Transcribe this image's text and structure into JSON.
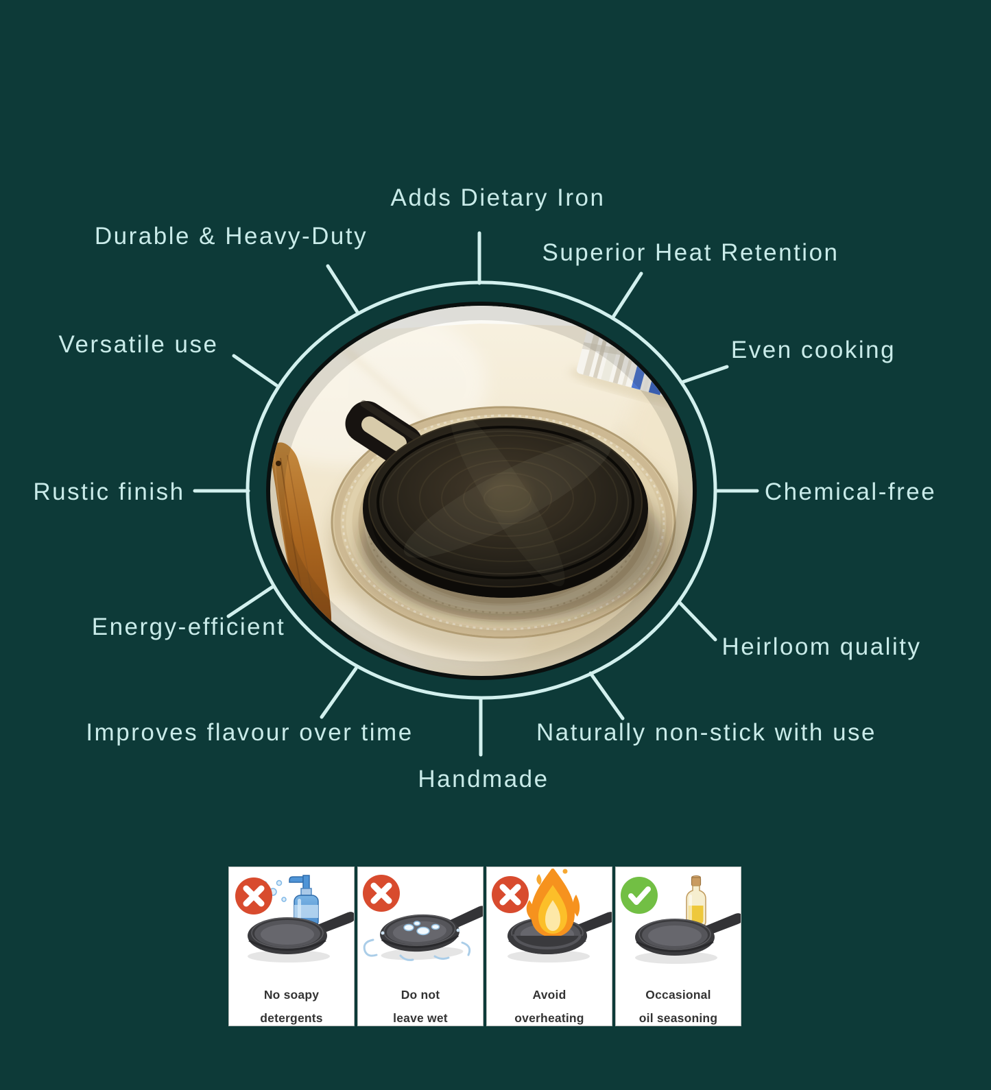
{
  "poster": {
    "background_color": "#0d3a38",
    "accent_color": "#d2f0ee",
    "label_color": "#c9ebe9"
  },
  "diagram": {
    "photo_alt": "Cast iron tawa griddle on a round jute rope mat with wooden spatula and blue striped kitchen towel over a cream satin cloth",
    "features": [
      {
        "id": "adds-dietary-iron",
        "label": "Adds Dietary Iron"
      },
      {
        "id": "durable-heavy-duty",
        "label": "Durable & Heavy-Duty"
      },
      {
        "id": "superior-heat-retention",
        "label": "Superior Heat Retention"
      },
      {
        "id": "versatile-use",
        "label": "Versatile use"
      },
      {
        "id": "even-cooking",
        "label": "Even cooking"
      },
      {
        "id": "rustic-finish",
        "label": "Rustic finish"
      },
      {
        "id": "chemical-free",
        "label": "Chemical-free"
      },
      {
        "id": "energy-efficient",
        "label": "Energy-efficient"
      },
      {
        "id": "heirloom-quality",
        "label": "Heirloom quality"
      },
      {
        "id": "improves-flavour",
        "label": "Improves flavour over time"
      },
      {
        "id": "naturally-non-stick",
        "label": "Naturally non-stick with use"
      },
      {
        "id": "handmade",
        "label": "Handmade"
      }
    ]
  },
  "care_cards": [
    {
      "id": "no-soapy-detergents",
      "badge": "cross",
      "line1": "No soapy",
      "line2": "detergents"
    },
    {
      "id": "do-not-leave-wet",
      "badge": "cross",
      "line1": "Do not",
      "line2": "leave wet"
    },
    {
      "id": "avoid-overheating",
      "badge": "cross",
      "line1": "Avoid",
      "line2": "overheating"
    },
    {
      "id": "occasional-oil-seasoning",
      "badge": "check",
      "line1": "Occasional",
      "line2": "oil seasoning"
    }
  ],
  "colors": {
    "cross_badge": "#d84b2e",
    "check_badge": "#72bf44",
    "card_background": "#ffffff",
    "card_border": "#b9bebc",
    "card_text": "#333333"
  }
}
